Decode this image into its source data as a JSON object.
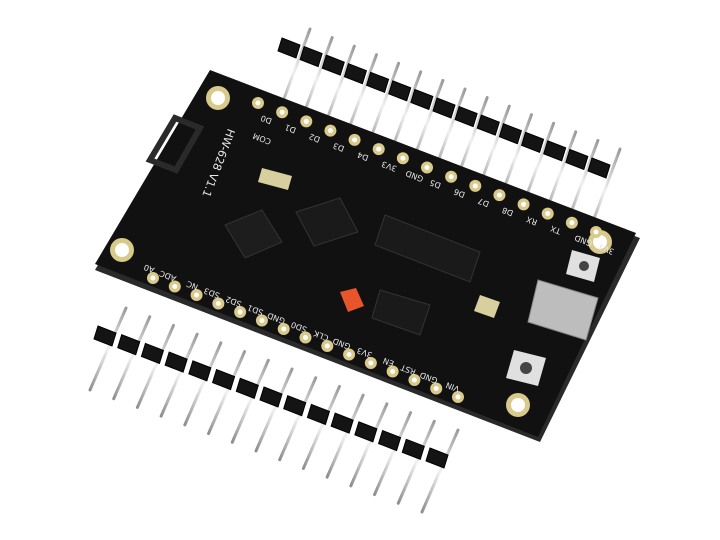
{
  "board": {
    "model_label": "HW-628 V1.1",
    "colors": {
      "pcb": "#111111",
      "pad": "#d9c98a",
      "header": "#141414",
      "pin": "#c8c8c8",
      "jumper": "#e8552a",
      "background": "#ffffff"
    },
    "top_pins": [
      "D0",
      "D1",
      "D2",
      "D3",
      "D4",
      "3V3",
      "GND",
      "D5",
      "D6",
      "D7",
      "D8",
      "RX",
      "TX",
      "GND",
      "3V3"
    ],
    "top_extra_label": "COM",
    "bottom_pins": [
      "A0",
      "ADC",
      "NC",
      "SD3",
      "SD2",
      "SD1",
      "GND",
      "SD0",
      "CLK",
      "GND",
      "3V3",
      "EN",
      "RST",
      "GND",
      "VIN"
    ]
  }
}
